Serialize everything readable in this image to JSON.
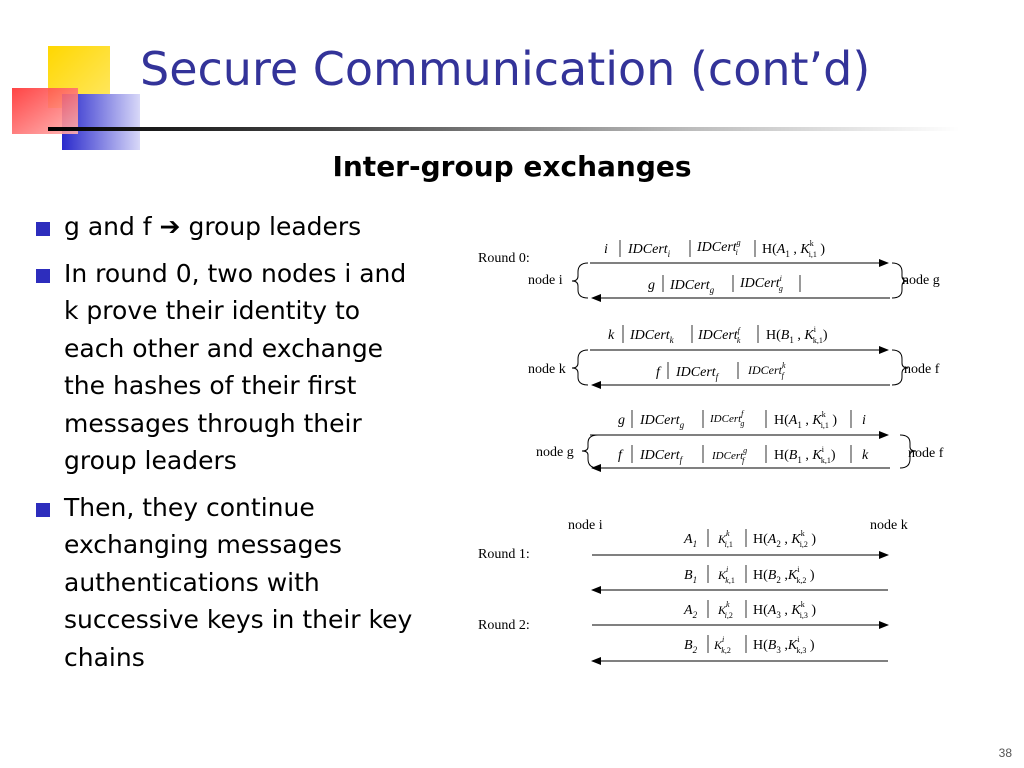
{
  "slide": {
    "title": "Secure Communication (cont’d)",
    "subtitle": "Inter-group exchanges",
    "page_number": "38"
  },
  "bullets": [
    {
      "pre": "g and f ",
      "post": " group leaders",
      "icon": "arrow-right-icon"
    },
    {
      "text": "In round 0, two nodes i and k prove their identity to each other and exchange the hashes of their first messages through their group leaders"
    },
    {
      "text": "Then, they continue exchanging messages authentications with successive keys in their key chains"
    }
  ],
  "diagram": {
    "round0_label": "Round 0:",
    "round1_label": "Round 1:",
    "round2_label": "Round 2:",
    "nodes": {
      "i": "node i",
      "g": "node g",
      "k": "node k",
      "f": "node f"
    },
    "colors": {
      "title": "#333399",
      "bullet": "#2d2dbd"
    }
  }
}
